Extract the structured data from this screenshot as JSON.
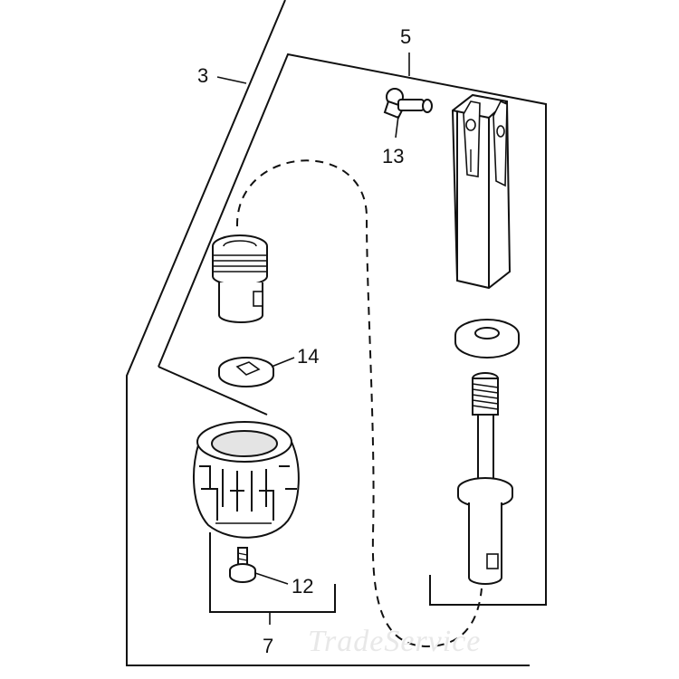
{
  "callouts": {
    "c3": "3",
    "c5": "5",
    "c7": "7",
    "c12": "12",
    "c13": "13",
    "c14": "14"
  },
  "watermark": "TradeService",
  "colors": {
    "ink": "#111111",
    "paper": "#ffffff",
    "shade": "#e4e4e4"
  }
}
